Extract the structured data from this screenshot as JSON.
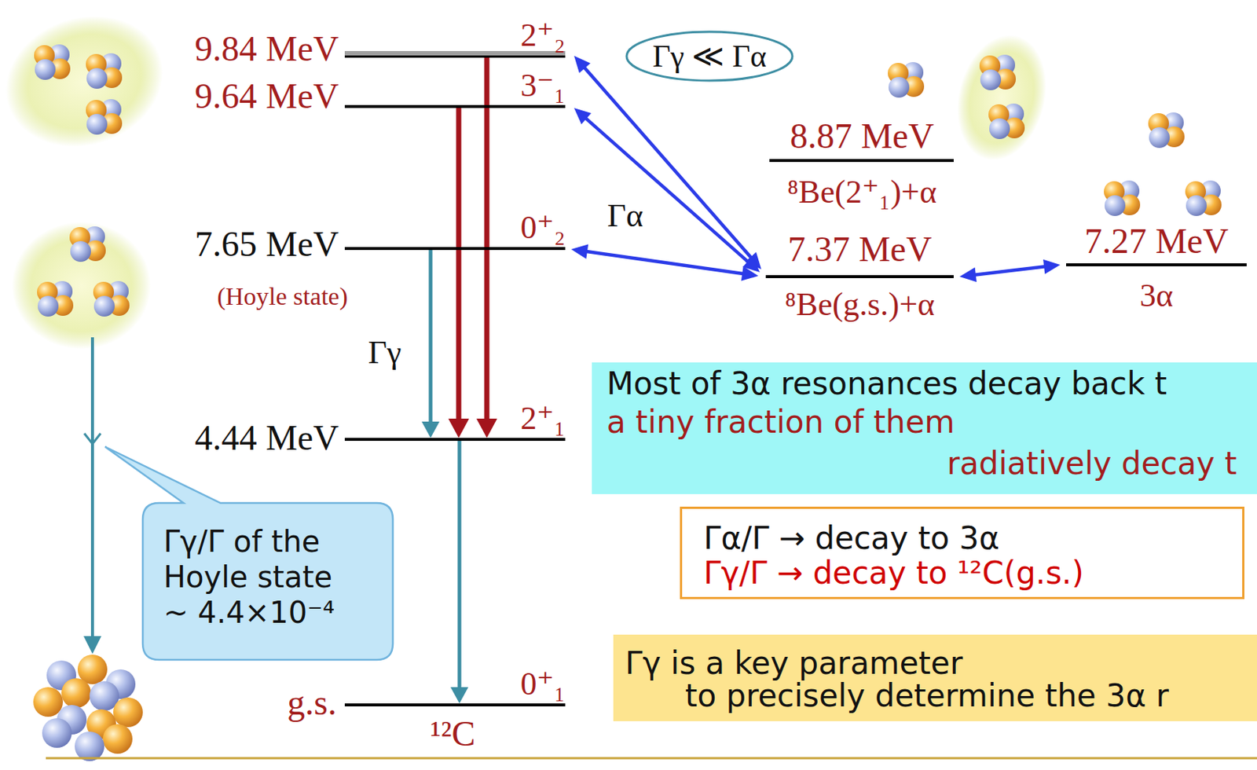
{
  "diagram": {
    "nodes": [
      {
        "text": [
          "9.84 MeV",
          "2⁺₂"
        ]
      },
      {
        "text": [
          "9.64 MeV",
          "3⁻₁"
        ]
      },
      {
        "text": [
          "7.65 MeV",
          "(Hoyle state)",
          "0⁺₂"
        ]
      },
      {
        "text": [
          "4.44 MeV",
          "2⁺₁"
        ]
      },
      {
        "text": [
          "g.s.",
          "0⁺₁",
          "¹²C"
        ]
      },
      {
        "text": [
          "8.87 MeV",
          "⁸Be(2⁺₁)+α"
        ]
      },
      {
        "text": [
          "7.37 MeV",
          "⁸Be(g.s.)+α"
        ]
      },
      {
        "text": [
          "7.27 MeV",
          "3α"
        ]
      },
      {
        "text": [
          "Γγ ≪ Γα"
        ]
      },
      {
        "text": [
          "Γγ/Γ of the Hoyle state ~ 4.4×10⁻⁴"
        ]
      },
      {
        "text": [
          "Most of 3α resonances decay back t",
          "a tiny fraction of them",
          "radiatively decay t"
        ]
      },
      {
        "text": [
          "Γα/Γ → decay to 3α",
          "Γγ/Γ → decay to ¹²C(g.s.)"
        ]
      },
      {
        "text": [
          "Γγ is a key parameter",
          "to precisely determine the 3α r"
        ]
      }
    ],
    "edges": [
      {
        "from": 1,
        "to": 3,
        "arrow": "to"
      },
      {
        "from": 0,
        "to": 3,
        "arrow": "to"
      },
      {
        "from": 2,
        "to": 3,
        "arrow": "to",
        "label": "Γγ"
      },
      {
        "from": 3,
        "to": 4,
        "arrow": "to"
      },
      {
        "from": 6,
        "to": 0,
        "arrow": "both"
      },
      {
        "from": 6,
        "to": 1,
        "arrow": "both"
      },
      {
        "from": 6,
        "to": 2,
        "arrow": "both",
        "label": "Γα"
      },
      {
        "from": 6,
        "to": 7,
        "arrow": "both"
      }
    ]
  }
}
